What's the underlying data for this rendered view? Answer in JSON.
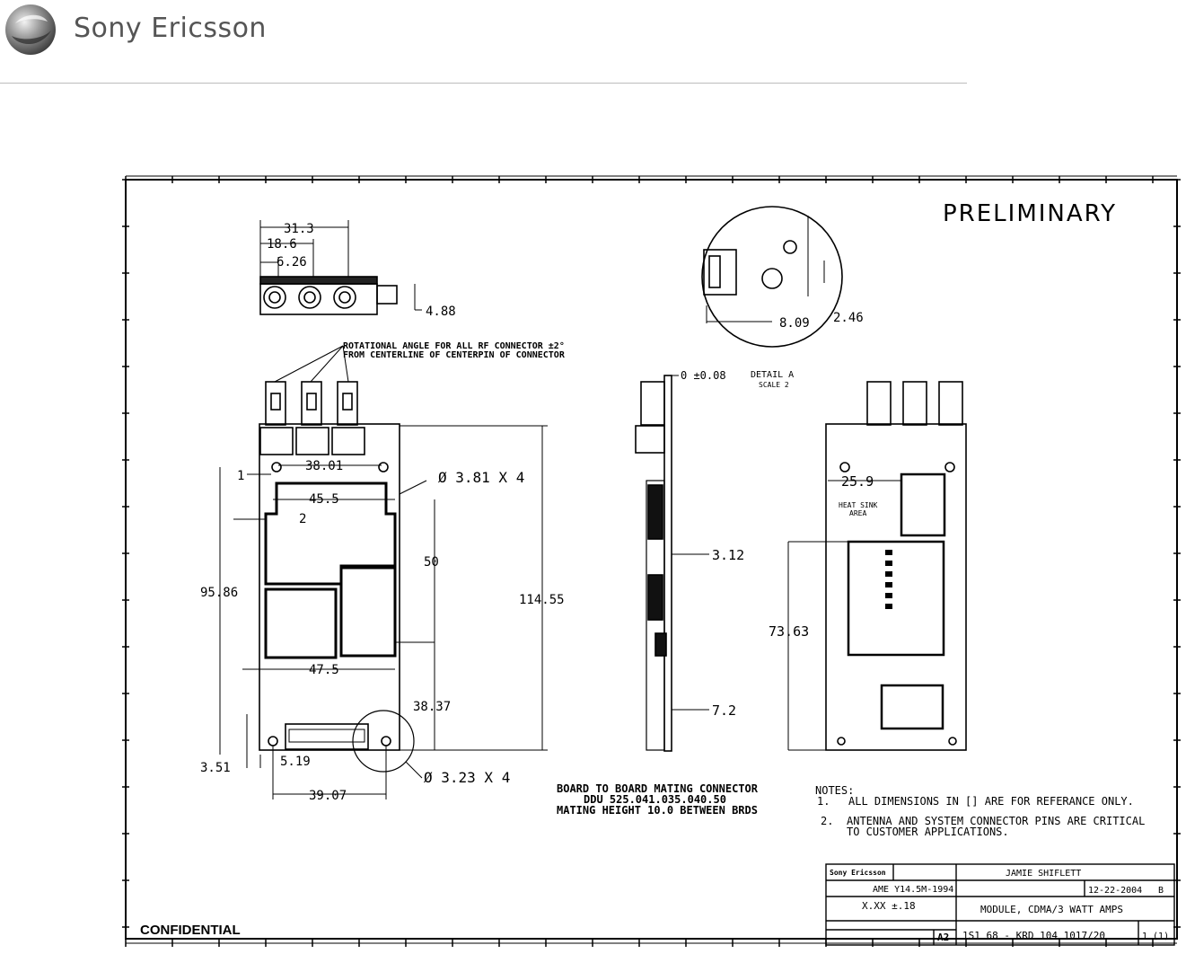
{
  "header": {
    "brand_name": "Sony Ericsson"
  },
  "drawing": {
    "status_stamp": "PRELIMINARY",
    "top_view_dims": [
      "31.3",
      "18.6",
      "6.26",
      "4.88"
    ],
    "rotational_note_line1": "ROTATIONAL ANGLE FOR ALL RF CONNECTOR ±2°",
    "rotational_note_line2": "FROM CENTERLINE OF CENTERPIN OF CONNECTOR",
    "detail_dims": [
      "8.09",
      "2.46"
    ],
    "front_view_dims": {
      "d1": "38.01",
      "d2": "45.5",
      "d3": "50",
      "d4": "114.55",
      "d5": "95.86",
      "d6": "47.5",
      "d7": "38.37",
      "d8": "3.51",
      "d9": "5.19",
      "d10": "39.07",
      "callout1": "1",
      "callout2": "2"
    },
    "hole_note_top": "Ø  3.81 X 4",
    "hole_note_bottom": "Ø  3.23 X 4",
    "side_view": {
      "tolerance": "0 ±0.08",
      "detail_label": "DETAIL A",
      "detail_scale": "SCALE 2",
      "d_thickness": "3.12",
      "d_bottom": "7.2"
    },
    "back_view": {
      "d_heat": "25.9",
      "heat_sink_label_1": "HEAT SINK",
      "heat_sink_label_2": "AREA",
      "d_height": "73.63"
    },
    "mating_connector": [
      "BOARD TO BOARD MATING CONNECTOR",
      "DDU 525.041.035.040.50",
      "MATING HEIGHT 10.0 BETWEEN BRDS"
    ],
    "notes": {
      "title": "NOTES:",
      "n1_num": "1.",
      "n1_text": "ALL DIMENSIONS IN [] ARE FOR REFERANCE ONLY.",
      "n2_num": "2.",
      "n2_text_1": "ANTENNA AND SYSTEM CONNECTOR PINS ARE CRITICAL",
      "n2_text_2": "TO CUSTOMER APPLICATIONS."
    },
    "confidential": "CONFIDENTIAL",
    "title_block": {
      "company": "Sony Ericsson",
      "drawn_by": "JAMIE SHIFLETT",
      "name_field": "AME Y14.5M-1994",
      "date": "12-22-2004",
      "rev": "B",
      "tolerance": "X.XX ±.18",
      "title": "MODULE, CDMA/3 WATT AMPS",
      "size": "A2",
      "doc_no": "1S1 68 - KRD 104 1017/20",
      "sheet": "1 (1)"
    }
  }
}
